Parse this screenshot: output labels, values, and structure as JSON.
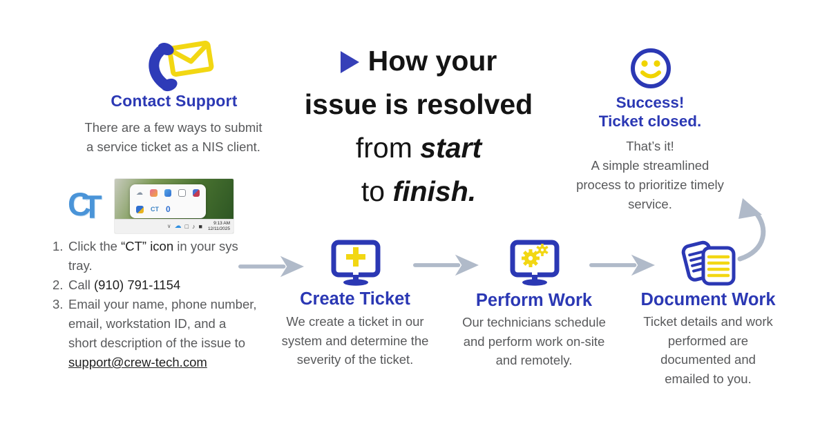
{
  "colors": {
    "accent_blue": "#2b38b4",
    "accent_yellow": "#f2d713",
    "body_gray": "#58595b",
    "arrow_gray": "#b0bac9",
    "title_black": "#141414",
    "logo_blue": "#4a94d8"
  },
  "contact": {
    "heading": "Contact Support",
    "description": "There are a few ways to submit a service ticket as a NIS client.",
    "logo_c": "C",
    "logo_t": "T",
    "tray": {
      "time": "9:13 AM",
      "date": "12/11/2025",
      "ct_badge": "CT",
      "zero_badge": "0"
    },
    "steps": [
      {
        "num": "1.",
        "pre": "Click the ",
        "strong": "“CT” icon",
        "post": " in your sys tray."
      },
      {
        "num": "2.",
        "pre": "Call ",
        "strong": "(910) 791-1154",
        "post": ""
      },
      {
        "num": "3.",
        "pre": "Email your name, phone number, email, workstation ID, and a short description of the issue to ",
        "link": "support@crew-tech.com",
        "post": ""
      }
    ]
  },
  "headline": {
    "line1": "How your",
    "line2": "issue is resolved",
    "line3_pre": "from ",
    "line3_em": "start",
    "line4_pre": "to ",
    "line4_em": "finish."
  },
  "flow": {
    "steps": [
      {
        "title": "Create Ticket",
        "description": "We create a ticket in our system and determine the severity of the ticket.",
        "icon": "monitor-plus-icon"
      },
      {
        "title": "Perform Work",
        "description": "Our technicians schedule and perform work on-site and remotely.",
        "icon": "monitor-gears-icon"
      },
      {
        "title": "Document Work",
        "description": "Ticket details and work performed are documented and emailed to you.",
        "icon": "documents-icon"
      }
    ]
  },
  "success": {
    "heading1": "Success!",
    "heading2": "Ticket closed.",
    "line1": "That’s it!",
    "description": "A simple streamlined process to prioritize timely service."
  },
  "glyphs": {
    "cloud": "☁",
    "chevron": "∨",
    "display": "□",
    "speaker": "♪",
    "folder": "■"
  }
}
